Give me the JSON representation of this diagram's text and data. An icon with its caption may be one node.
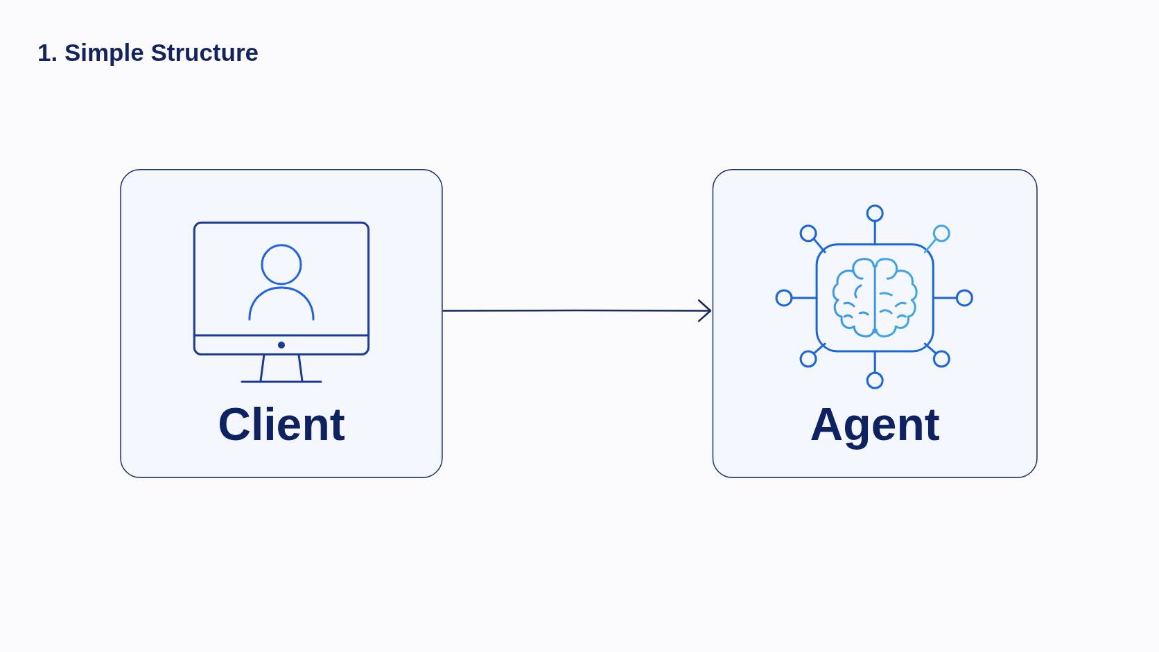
{
  "diagram": {
    "title": "1. Simple Structure",
    "nodes": [
      {
        "text": [
          "Client"
        ]
      },
      {
        "text": [
          "Agent"
        ]
      }
    ],
    "edges": [
      {
        "from": 0,
        "to": 1,
        "arrow": "to"
      }
    ]
  }
}
